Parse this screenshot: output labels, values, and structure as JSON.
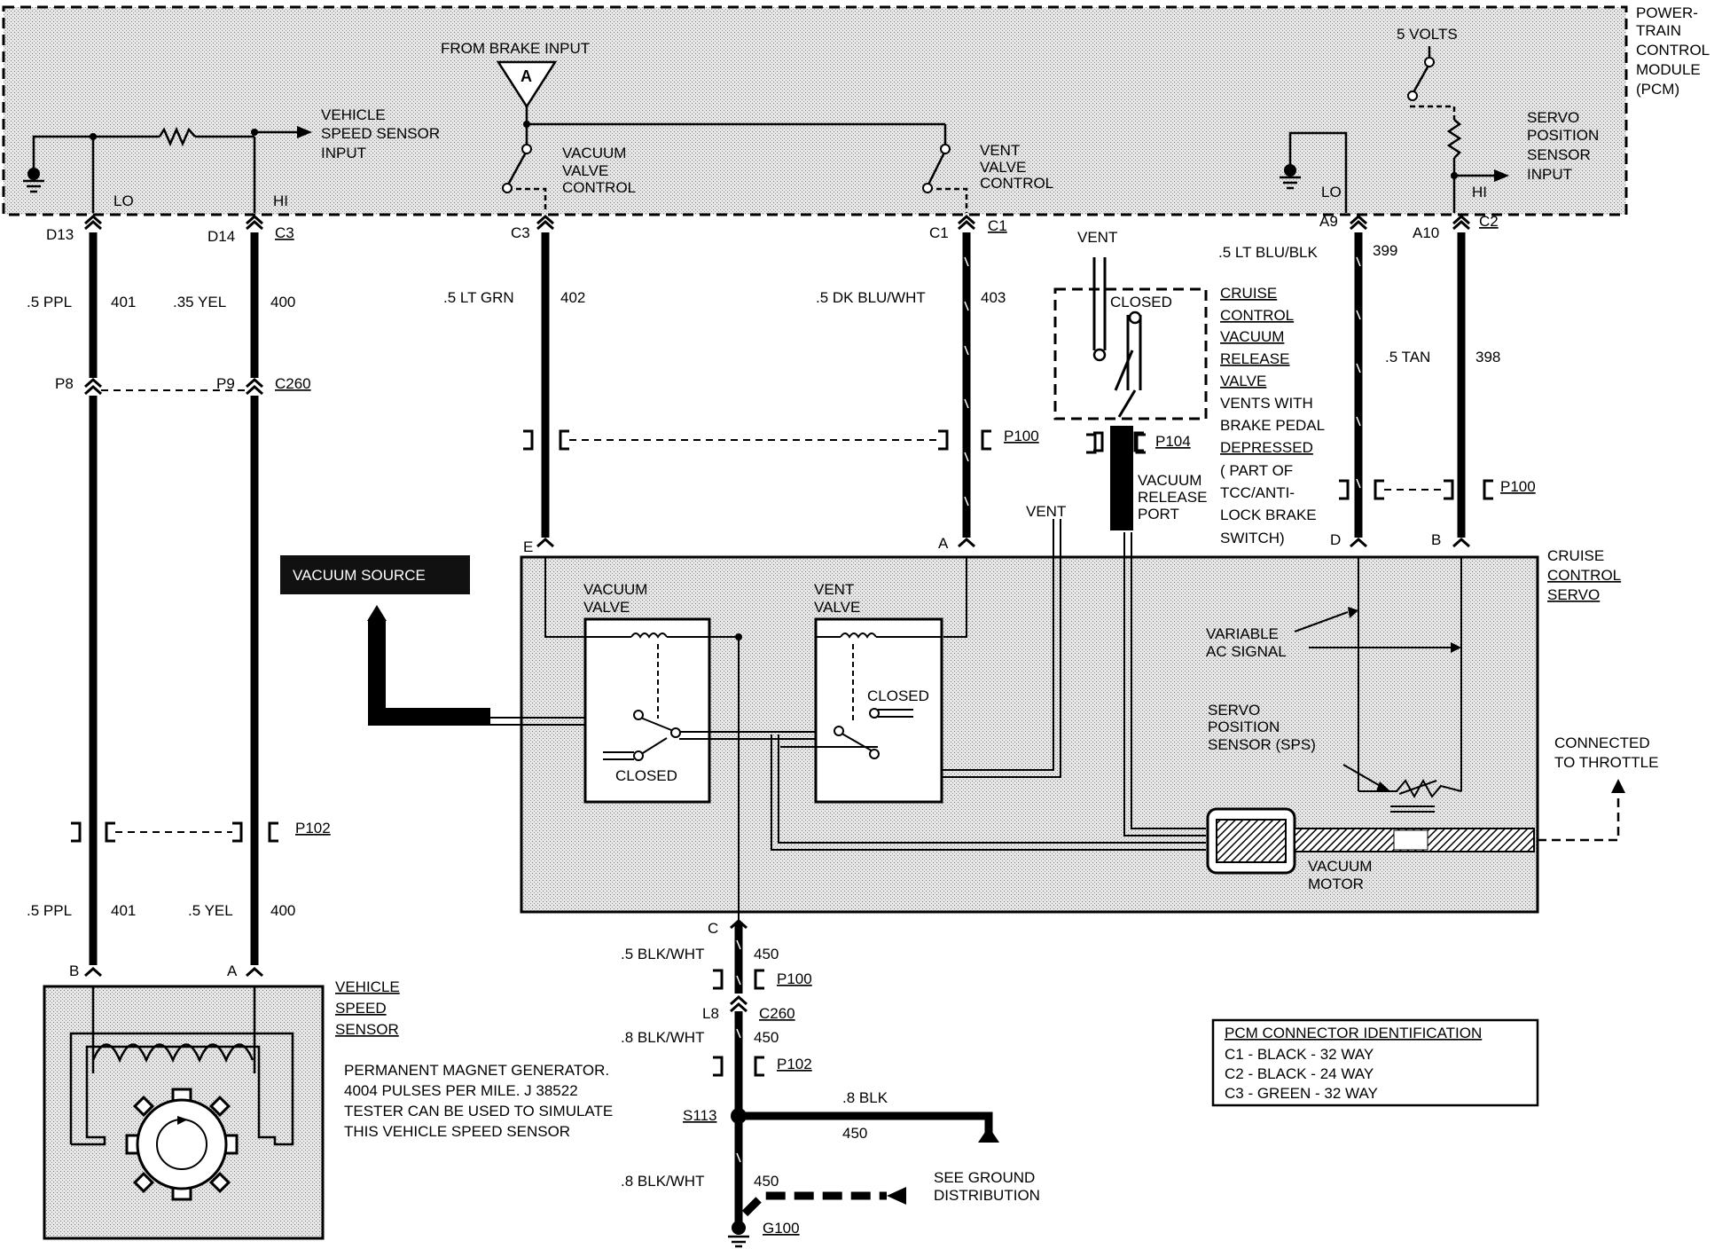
{
  "pcm": {
    "title_lines": [
      "POWER-",
      "TRAIN",
      "CONTROL",
      "MODULE",
      "(PCM)"
    ],
    "five_volts": "5 VOLTS",
    "from_brake_input": "FROM BRAKE INPUT",
    "brake_marker": "A",
    "vss_input_lines": [
      "VEHICLE",
      "SPEED SENSOR",
      "INPUT"
    ],
    "vacuum_valve_control_lines": [
      "VACUUM",
      "VALVE",
      "CONTROL"
    ],
    "vent_valve_control_lines": [
      "VENT",
      "VALVE",
      "CONTROL"
    ],
    "servo_position_input_lines": [
      "SERVO",
      "POSITION",
      "SENSOR",
      "INPUT"
    ],
    "lo": "LO",
    "hi": "HI"
  },
  "pins": {
    "d13": "D13",
    "d14": "D14",
    "c3a": "C3",
    "c3b": "C3",
    "c1a": "C1",
    "c1b": "C1",
    "a9": "A9",
    "a10": "A10",
    "c2": "C2",
    "lo2": "LO",
    "hi2": "HI"
  },
  "wires": {
    "w401_top": ".5 PPL",
    "w401_num": "401",
    "w400_top": ".35 YEL",
    "w400_num": "400",
    "w402": ".5 LT GRN",
    "w402_num": "402",
    "w403": ".5 DK BLU/WHT",
    "w403_num": "403",
    "w399": ".5 LT BLU/BLK",
    "w399_num": "399",
    "w398": ".5 TAN",
    "w398_num": "398",
    "w401_bot": ".5 PPL",
    "w401b_num": "401",
    "w400_bot": ".5 YEL",
    "w400b_num": "400",
    "w450a": ".5 BLK/WHT",
    "w450a_num": "450",
    "w450b": ".8 BLK/WHT",
    "w450b_num": "450",
    "w450c": ".8 BLK",
    "w450c_num": "450",
    "w450d": ".8 BLK/WHT",
    "w450d_num": "450"
  },
  "connectors": {
    "p8": "P8",
    "p9": "P9",
    "c260": "C260",
    "p100a": "P100",
    "p100b": "P100",
    "p104": "P104",
    "p102a": "P102",
    "p100c": "P100",
    "l8": "L8",
    "c260b": "C260",
    "p102b": "P102",
    "s113": "S113",
    "g100": "G100",
    "e": "E",
    "a": "A",
    "d": "D",
    "b": "B",
    "c": "C",
    "vss_b": "B",
    "vss_a": "A"
  },
  "release_valve": {
    "vent": "VENT",
    "closed": "CLOSED",
    "desc_lines": [
      "CRUISE",
      "CONTROL",
      "VACUUM",
      "RELEASE",
      "VALVE"
    ],
    "note_lines": [
      "VENTS WITH",
      "BRAKE PEDAL",
      "DEPRESSED",
      "( PART OF",
      "TCC/ANTI-",
      "LOCK BRAKE",
      "SWITCH)"
    ],
    "port_lines": [
      "VACUUM",
      "RELEASE",
      "PORT"
    ],
    "vent2": "VENT"
  },
  "servo": {
    "title_lines": [
      "CRUISE",
      "CONTROL",
      "SERVO"
    ],
    "vacuum_source": "VACUUM SOURCE",
    "vacuum_valve_lines": [
      "VACUUM",
      "VALVE"
    ],
    "vent_valve_lines": [
      "VENT",
      "VALVE"
    ],
    "closed1": "CLOSED",
    "closed2": "CLOSED",
    "variable_ac_lines": [
      "VARIABLE",
      "AC SIGNAL"
    ],
    "sps_lines": [
      "SERVO",
      "POSITION",
      "SENSOR (SPS)"
    ],
    "vacuum_motor_lines": [
      "VACUUM",
      "MOTOR"
    ],
    "throttle_lines": [
      "CONNECTED",
      "TO THROTTLE"
    ]
  },
  "vss": {
    "title_lines": [
      "VEHICLE",
      "SPEED",
      "SENSOR"
    ],
    "note_lines": [
      "PERMANENT MAGNET GENERATOR.",
      "4004 PULSES PER MILE. J 38522",
      "TESTER CAN BE USED TO SIMULATE",
      "THIS VEHICLE SPEED SENSOR"
    ]
  },
  "ground": {
    "see_lines": [
      "SEE GROUND",
      "DISTRIBUTION"
    ]
  },
  "pcm_id": {
    "title": "PCM CONNECTOR IDENTIFICATION",
    "rows": [
      "C1 - BLACK - 32 WAY",
      "C2 - BLACK - 24 WAY",
      "C3 - GREEN - 32 WAY"
    ]
  }
}
